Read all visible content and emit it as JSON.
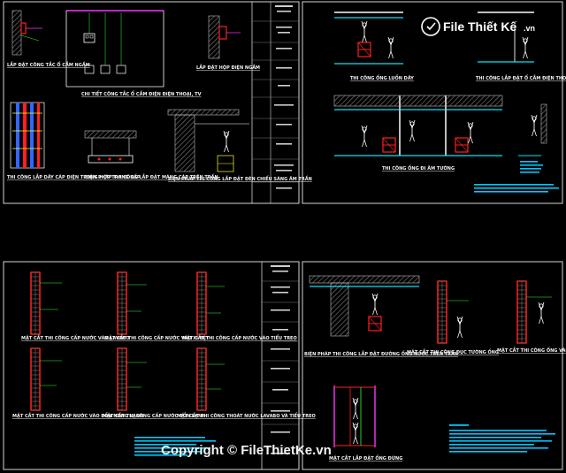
{
  "watermark": {
    "logo_text": "File Thiết Kế",
    "logo_suffix": ".vn",
    "copyright": "Copyright © FileThietKe.vn"
  },
  "sheet1": {
    "labels": {
      "socket_box": "LẮP ĐẶT CÔNG TẮC Ổ CẮM NGẦM",
      "phone_socket_detail": "CHI TIẾT CÔNG TẮC Ổ CẮM ĐIỆN ĐIỆN THOẠI, TV",
      "junction_box": "LẮP ĐẶT HỘP ĐIỆN NGẦM",
      "cable_in_tray": "THI CÔNG LẮP DÂY CÁP ĐIỆN TRONG HỘP TRANG CẤP",
      "cable_tray_ceiling": "BIỆN PHÁP THI CÔNG LẮP ĐẶT MÁNG CÁP TRÊN TRẦN",
      "ceiling_lights": "BIỆN PHÁP THI CÔNG LẮP ĐẶT ĐÈN CHIẾU SÁNG ÂM TRẦN"
    }
  },
  "sheet2": {
    "labels": {
      "conduit_in_slab": "THI CÔNG ỐNG LUỒN DÂY",
      "phone_socket": "THI CÔNG LẮP ĐẶT Ổ CẮM ĐIỆN THOẠI",
      "wall_conduit": "THI CÔNG ỐNG ĐI ÂM TƯỜNG"
    }
  },
  "sheet3": {
    "labels": {
      "s1": "MẶT CẮT THI CÔNG CẤP NƯỚC VÀO LAVABO",
      "s2": "MẶT CẮT THI CÔNG CẤP NƯỚC VÀO XÍ BỆT",
      "s3": "MẶT CẮT THI CÔNG CẤP NƯỚC VÀO TIỂU TREO",
      "s4": "MẶT CẮT THI CÔNG CẤP NƯỚC VÀO BỒN NÓNG LẠNH",
      "s5": "MẶT CẮT THI CÔNG CẤP NƯỚC BỒN LẠNH",
      "s6": "MẶT CẮT THI CÔNG THOÁT NƯỚC LAVABO VÀ TIỂU TREO"
    }
  },
  "sheet4": {
    "labels": {
      "pipe_ceiling": "BIỆN PHÁP THI CÔNG LẮP ĐẶT ĐƯỜNG ỐNG NƯỚC TRÊN TRẦN",
      "wall_chase": "MẶT CẮT THI CÔNG ĐỤC TƯỜNG ỐNG",
      "wall_pipe": "MẶT CẮT THI CÔNG ỐNG VÀO TRONG TƯỜNG",
      "riser": "MẶT CẮT LẮP ĐẶT ỐNG ĐỨNG"
    }
  },
  "colors": {
    "frame": "#d4d4d4",
    "cyan": "#00e5ff",
    "red": "#ff2020",
    "magenta": "#ff33ff",
    "yellow": "#ffff33",
    "green": "#33ff33",
    "blue": "#3366ff"
  }
}
